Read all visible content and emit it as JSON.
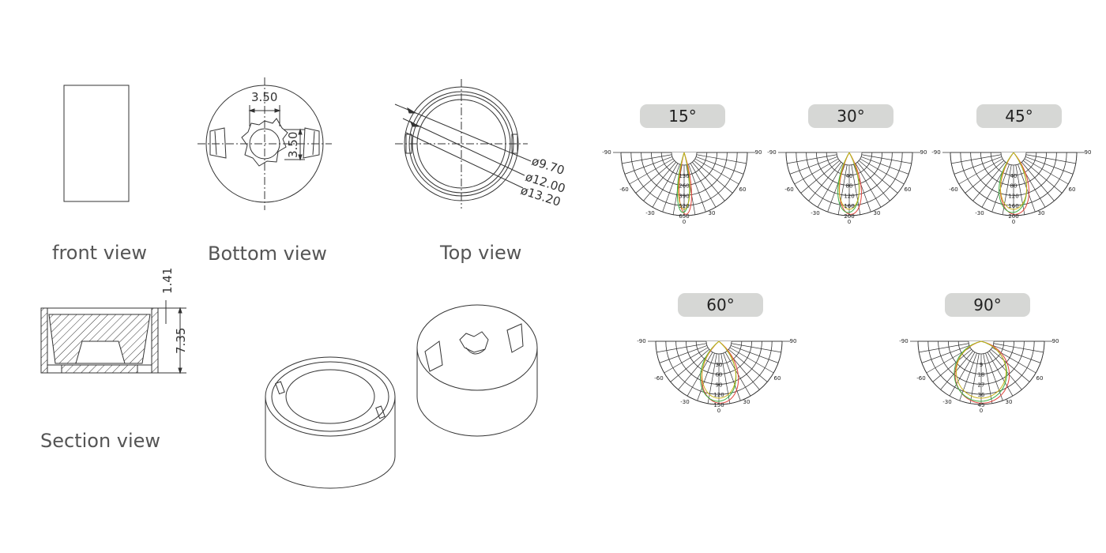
{
  "views": {
    "front": "front view",
    "bottom": "Bottom view",
    "top": "Top view",
    "section": "Section view"
  },
  "dimensions": {
    "bottom": [
      "3.50",
      "3.50"
    ],
    "top": [
      "ø9.70",
      "ø12.00",
      "ø13.20"
    ],
    "section": [
      "1.41",
      "7.35"
    ]
  },
  "beam_angles": [
    {
      "label": "15°",
      "scale": [
        "130",
        "260",
        "390",
        "520",
        "650"
      ]
    },
    {
      "label": "30°",
      "scale": [
        "40",
        "80",
        "120",
        "160",
        "200"
      ]
    },
    {
      "label": "45°",
      "scale": [
        "40",
        "80",
        "120",
        "160",
        "200"
      ]
    },
    {
      "label": "60°",
      "scale": [
        "30",
        "60",
        "90",
        "120",
        "150"
      ]
    },
    {
      "label": "90°",
      "scale": [
        "9",
        "18",
        "27",
        "36",
        "45"
      ]
    }
  ],
  "angle_ticks": [
    "-90",
    "90",
    "-60",
    "60",
    "-30",
    "30",
    "0"
  ],
  "colors": {
    "line": "#333333",
    "red_curve": "#e0443a",
    "green_curve": "#3cb043",
    "yellow_curve": "#c9b21a"
  }
}
